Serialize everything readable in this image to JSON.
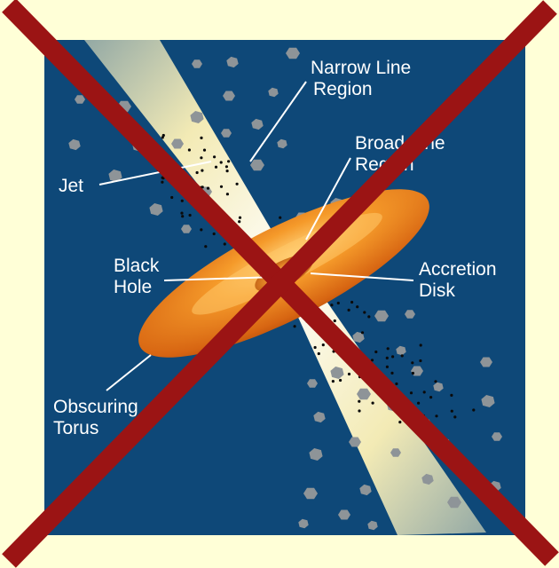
{
  "labels": {
    "narrow_line_region": [
      "Narrow Line",
      "Region"
    ],
    "broad_line_region": [
      "Broad Line",
      "Region"
    ],
    "jet": "Jet",
    "black_hole": [
      "Black",
      "Hole"
    ],
    "accretion_disk": [
      "Accretion",
      "Disk"
    ],
    "obscuring_torus": [
      "Obscuring",
      "Torus"
    ]
  },
  "colors": {
    "page_background": "#FFFFD7",
    "space_background": "#0E4878",
    "cross_out": "#9B1414",
    "label_text": "#FFFFFF",
    "leader_line": "#FFFFFF",
    "cloud": "#8E9498",
    "torus_orange": "#F08A1E",
    "jet_yellow": "#FFF2B0"
  },
  "icons": {
    "cross_out": "red-x-cross-icon",
    "cloud": "gas-cloud-icon"
  }
}
